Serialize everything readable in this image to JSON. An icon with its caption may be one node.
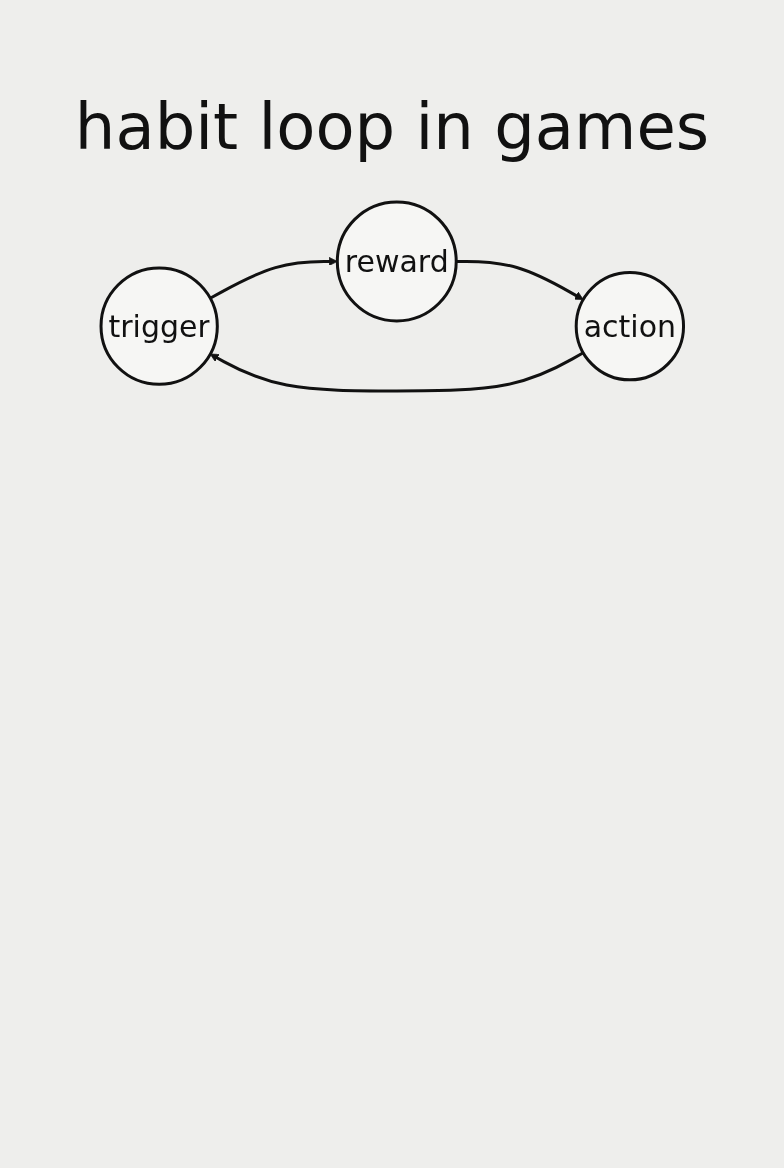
{
  "diagram": {
    "title": "habit loop in games",
    "nodes": [
      {
        "text": [
          "trigger"
        ]
      },
      {
        "text": [
          "reward"
        ]
      },
      {
        "text": [
          "action"
        ]
      }
    ],
    "edges": [
      {
        "from": 0,
        "to": 1,
        "arrow": "to"
      },
      {
        "from": 1,
        "to": 2,
        "arrow": "to"
      },
      {
        "from": 2,
        "to": 0,
        "arrow": "to"
      }
    ]
  }
}
